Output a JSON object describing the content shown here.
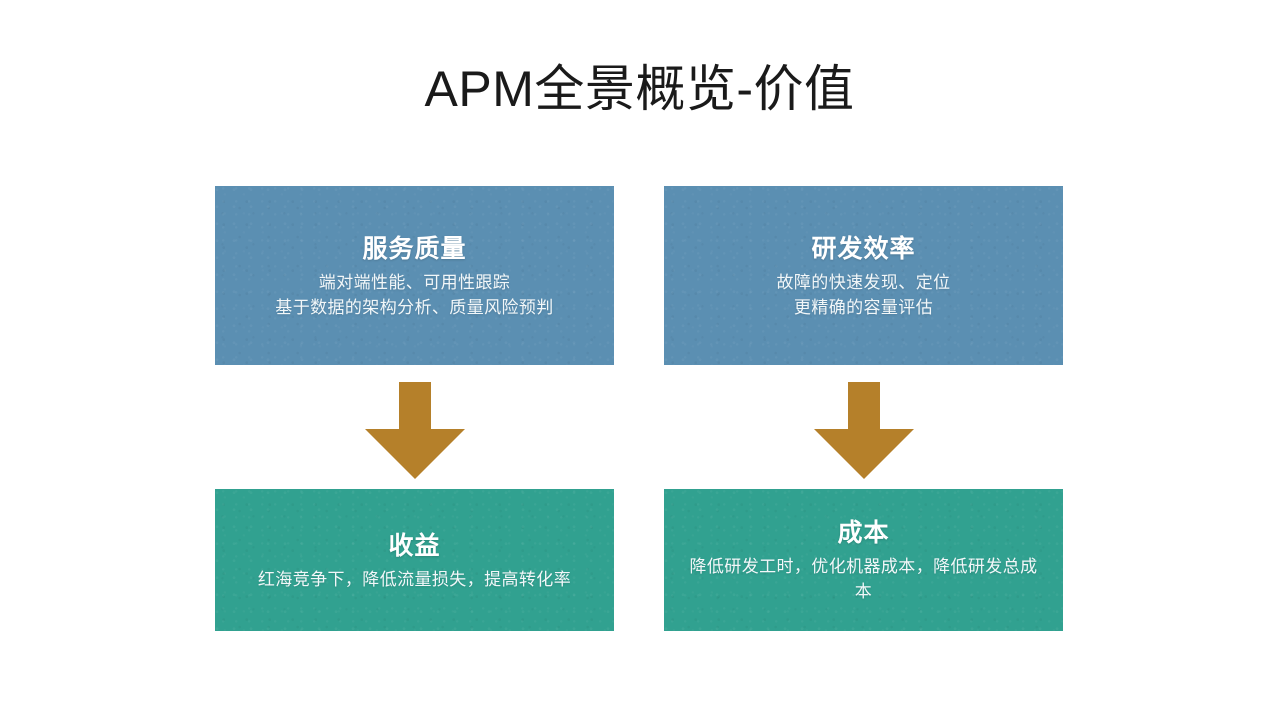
{
  "slide": {
    "title": "APM全景概览-价值",
    "background_color": "#ffffff",
    "title_color": "#1a1a1a"
  },
  "palette": {
    "blue": "#5b8fb2",
    "teal": "#31a190",
    "arrow": "#b5802a",
    "text": "#ffffff"
  },
  "panels": {
    "service_quality": {
      "heading": "服务质量",
      "line1": "端对端性能、可用性跟踪",
      "line2": "基于数据的架构分析、质量风险预判",
      "color": "#5b8fb2"
    },
    "dev_efficiency": {
      "heading": "研发效率",
      "line1": "故障的快速发现、定位",
      "line2": "更精确的容量评估",
      "color": "#5b8fb2"
    },
    "revenue": {
      "heading": "收益",
      "line1": "红海竞争下，降低流量损失，提高转化率",
      "color": "#31a190"
    },
    "cost": {
      "heading": "成本",
      "line1": "降低研发工时，优化机器成本，降低研发总成本",
      "color": "#31a190"
    }
  },
  "arrows": {
    "left": {
      "direction": "down",
      "color": "#b5802a"
    },
    "right": {
      "direction": "down",
      "color": "#b5802a"
    }
  }
}
